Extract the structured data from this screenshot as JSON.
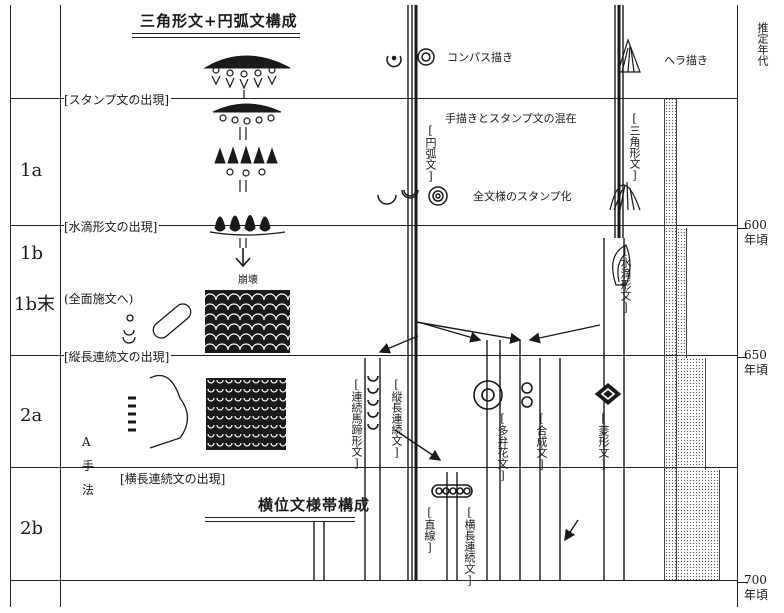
{
  "title_top": "三角形文+円弧文構成",
  "title_bottom": "横位文様帯構成",
  "period_header": "推定年代",
  "phases": [
    "1a",
    "1b",
    "1b末",
    "2a",
    "2b"
  ],
  "events": {
    "stamp": "[スタンプ文の出現]",
    "drop": "[水滴形文の出現]",
    "vertical": "[縦長連続文の出現]",
    "horizontal": "[横長連続文の出現]",
    "overall": "(全面施文へ)"
  },
  "method_label": "A\n手\n法",
  "years": [
    "600年頃",
    "650年頃",
    "700年頃"
  ],
  "notes": {
    "compass": "コンパス描き",
    "spatula": "ヘラ描き",
    "mixed": "手描きとスタンプ文の混在",
    "all_stamp": "全文様のスタンプ化",
    "collapse": "崩壊"
  },
  "vertical_labels": {
    "arc": "[円弧文]",
    "triangle": "[三角形文]",
    "drop_pattern": "[水滴形文]",
    "horseshoe": "[連続馬蹄形文]",
    "vertical_cont": "[縦長連続文]",
    "multi_petal": "[多弁花文]",
    "composite": "[合成文]",
    "diamond": "[菱形文]",
    "straight": "[直線]",
    "horizontal_cont": "[横長連続文]"
  },
  "palette": {
    "ink": "#1a1a1a",
    "paper": "#ffffff",
    "stipple": "#555555"
  }
}
